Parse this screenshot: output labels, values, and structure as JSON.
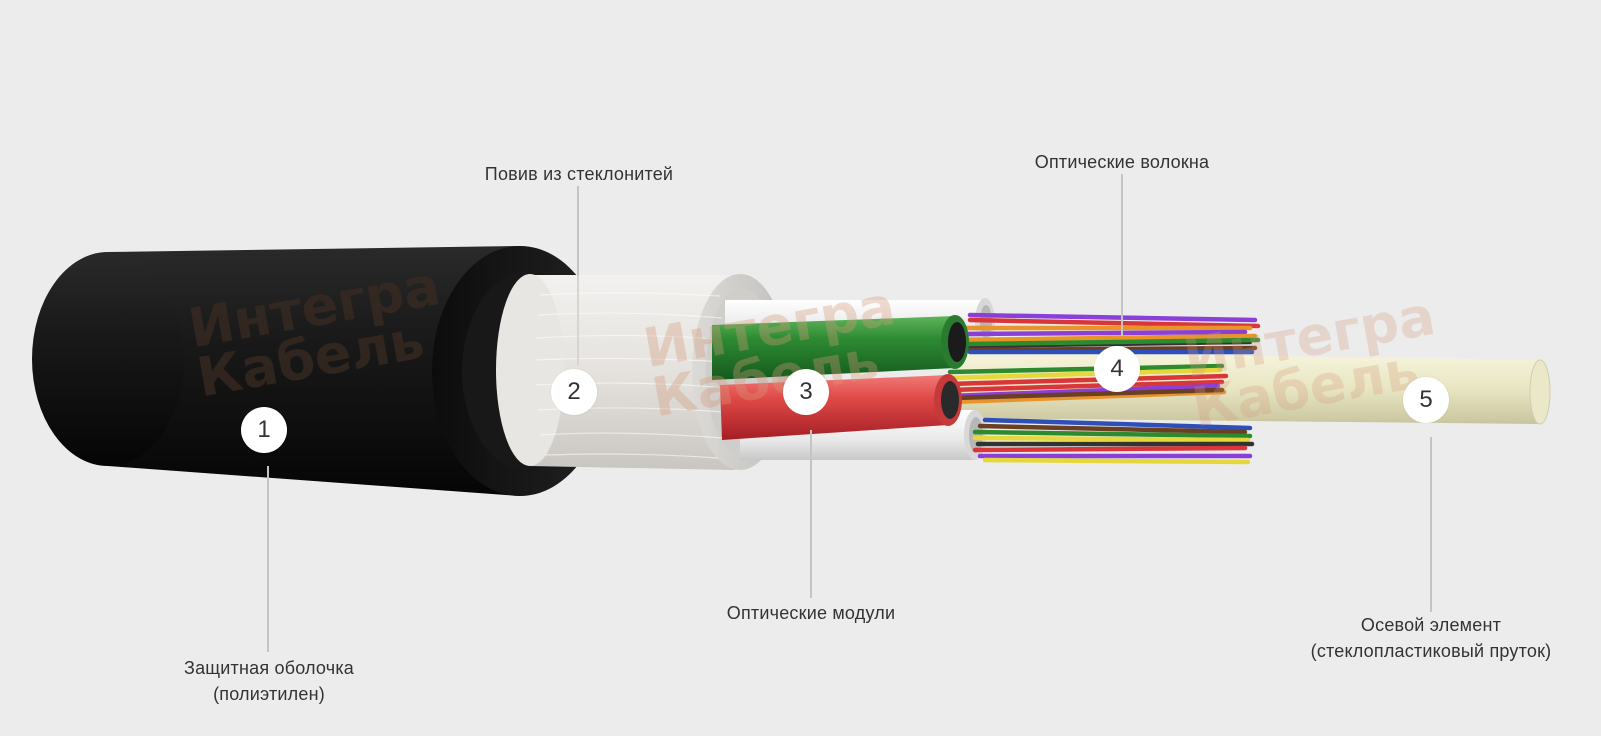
{
  "diagram": {
    "type": "cable-cross-section",
    "background_color": "#ececec",
    "brand_watermark": {
      "line1": "Интегра",
      "line2": "Кабель",
      "color": "#b3673f"
    }
  },
  "components": [
    {
      "number": "1",
      "label_line1": "Защитная оболочка",
      "label_line2": "(полиэтилен)",
      "color": "#111111"
    },
    {
      "number": "2",
      "label_line1": "Повив из стеклонитей",
      "label_line2": "",
      "color": "#e6e3df"
    },
    {
      "number": "3",
      "label_line1": "Оптические модули",
      "label_line2": "",
      "color": "#d9363a"
    },
    {
      "number": "4",
      "label_line1": "Оптические волокна",
      "label_line2": "",
      "color": "#8a3fd6"
    },
    {
      "number": "5",
      "label_line1": "Осевой элемент",
      "label_line2": "(стеклопластиковый пруток)",
      "color": "#e9e6c4"
    }
  ],
  "fiber_colors": [
    "#8a3fd6",
    "#e8942a",
    "#d9363a",
    "#2d8a2f",
    "#e6d83a",
    "#2f4fb8",
    "#6b3f22",
    "#333333",
    "#9a9a9a",
    "#f28ab3",
    "#3aa6c9",
    "#ffffff"
  ]
}
